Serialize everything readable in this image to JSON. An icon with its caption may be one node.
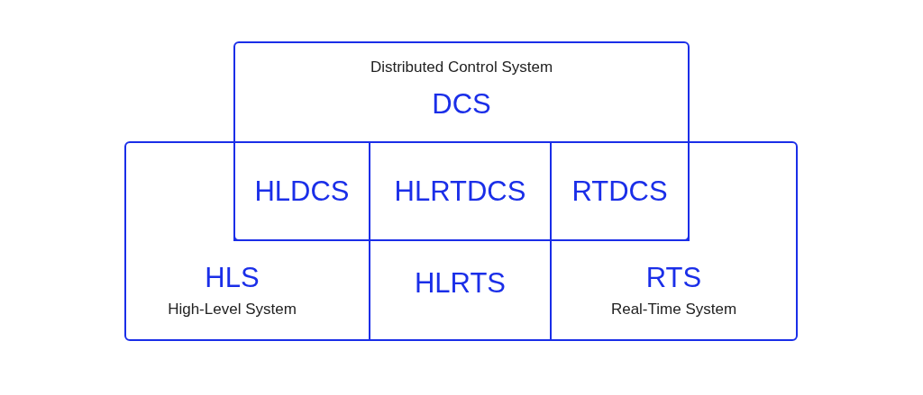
{
  "diagram": {
    "nodes": [
      {
        "text": [
          "Distributed Control System",
          "DCS"
        ]
      },
      {
        "text": [
          "HLDCS"
        ]
      },
      {
        "text": [
          "HLRTDCS"
        ],
        "in": 0
      },
      {
        "text": [
          "RTDCS"
        ]
      },
      {
        "text": [
          "HLS",
          "High-Level System"
        ]
      },
      {
        "text": [
          "HLRTS"
        ]
      },
      {
        "text": [
          "RTS",
          "Real-Time System"
        ]
      }
    ]
  }
}
